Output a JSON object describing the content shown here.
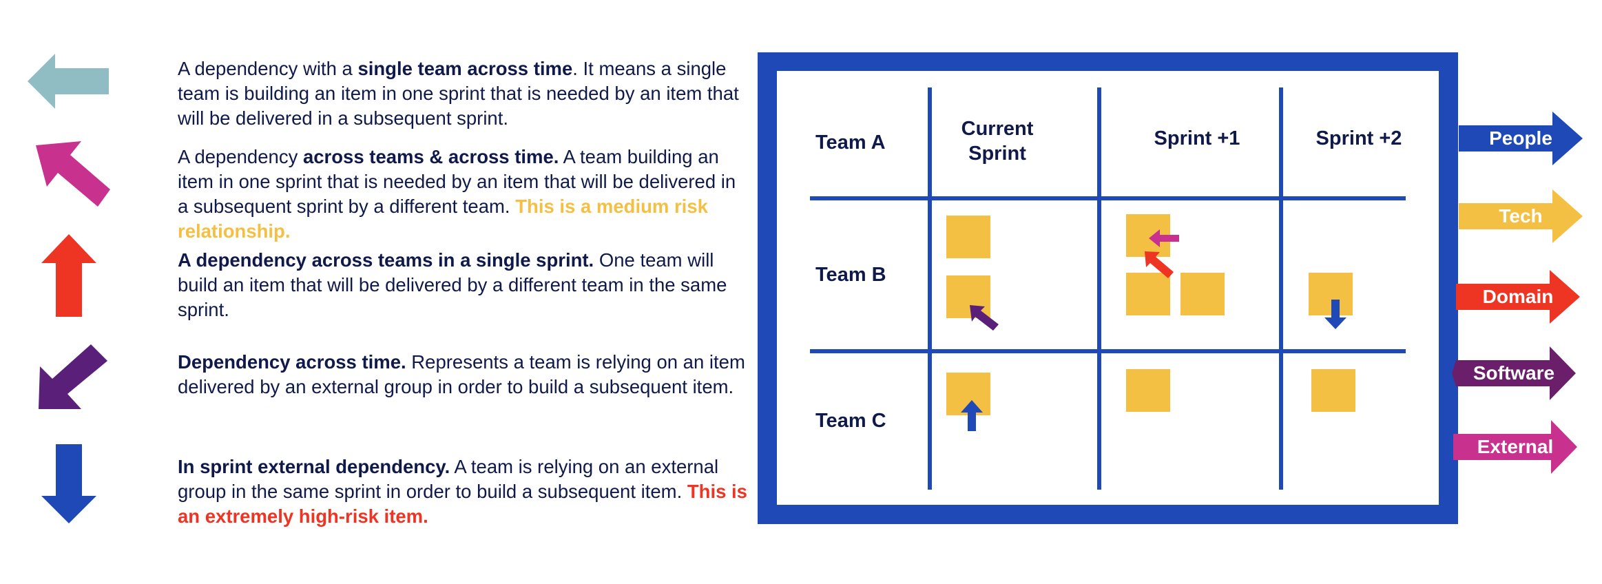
{
  "legend": {
    "items": [
      {
        "icon": "light-blue-left-arrow-icon",
        "color": "#90bcc4",
        "bold": "single team across time",
        "pre": "A dependency with a ",
        "post": ". It means a single team is building an item in one sprint that is needed by an item that will be delivered in a subsequent sprint."
      },
      {
        "icon": "magenta-up-left-arrow-icon",
        "color": "#c9318f",
        "pre": "A dependency ",
        "bold": "across teams & across time.",
        "post": " A team building an item in one sprint that is needed by an item that will be delivered in a subsequent sprint by a different team. ",
        "highlight": "This is a medium risk relationship."
      },
      {
        "icon": "red-up-arrow-icon",
        "color": "#ee3524",
        "bold": "A dependency across teams in a single sprint.",
        "post": "  One team will build an item that will be delivered by a different team in the same sprint."
      },
      {
        "icon": "purple-down-left-arrow-icon",
        "color": "#5a1f78",
        "bold": "Dependency across time.",
        "post": " Represents a team is relying on an item delivered by an external group in order to build a subsequent item."
      },
      {
        "icon": "blue-down-arrow-icon",
        "color": "#1e49b6",
        "bold": "In sprint external dependency.",
        "post": " A team is relying on an external group in the same sprint in order to build a subsequent item. ",
        "highlight": "This is an extremely high-risk item."
      }
    ]
  },
  "board": {
    "columns": [
      "Team A",
      "Current Sprint",
      "Sprint +1",
      "Sprint +2"
    ],
    "rows": [
      "Team B",
      "Team C"
    ]
  },
  "tags": [
    {
      "label": "People",
      "color": "#1e49b6"
    },
    {
      "label": "Tech",
      "color": "#f4c044"
    },
    {
      "label": "Domain",
      "color": "#ee3524"
    },
    {
      "label": "Software",
      "color": "#6b1f6b"
    },
    {
      "label": "External",
      "color": "#c9318f"
    }
  ],
  "colors": {
    "navy_text": "#101a4a",
    "board_blue": "#1e49b6",
    "sticky_yellow": "#f4c044"
  }
}
